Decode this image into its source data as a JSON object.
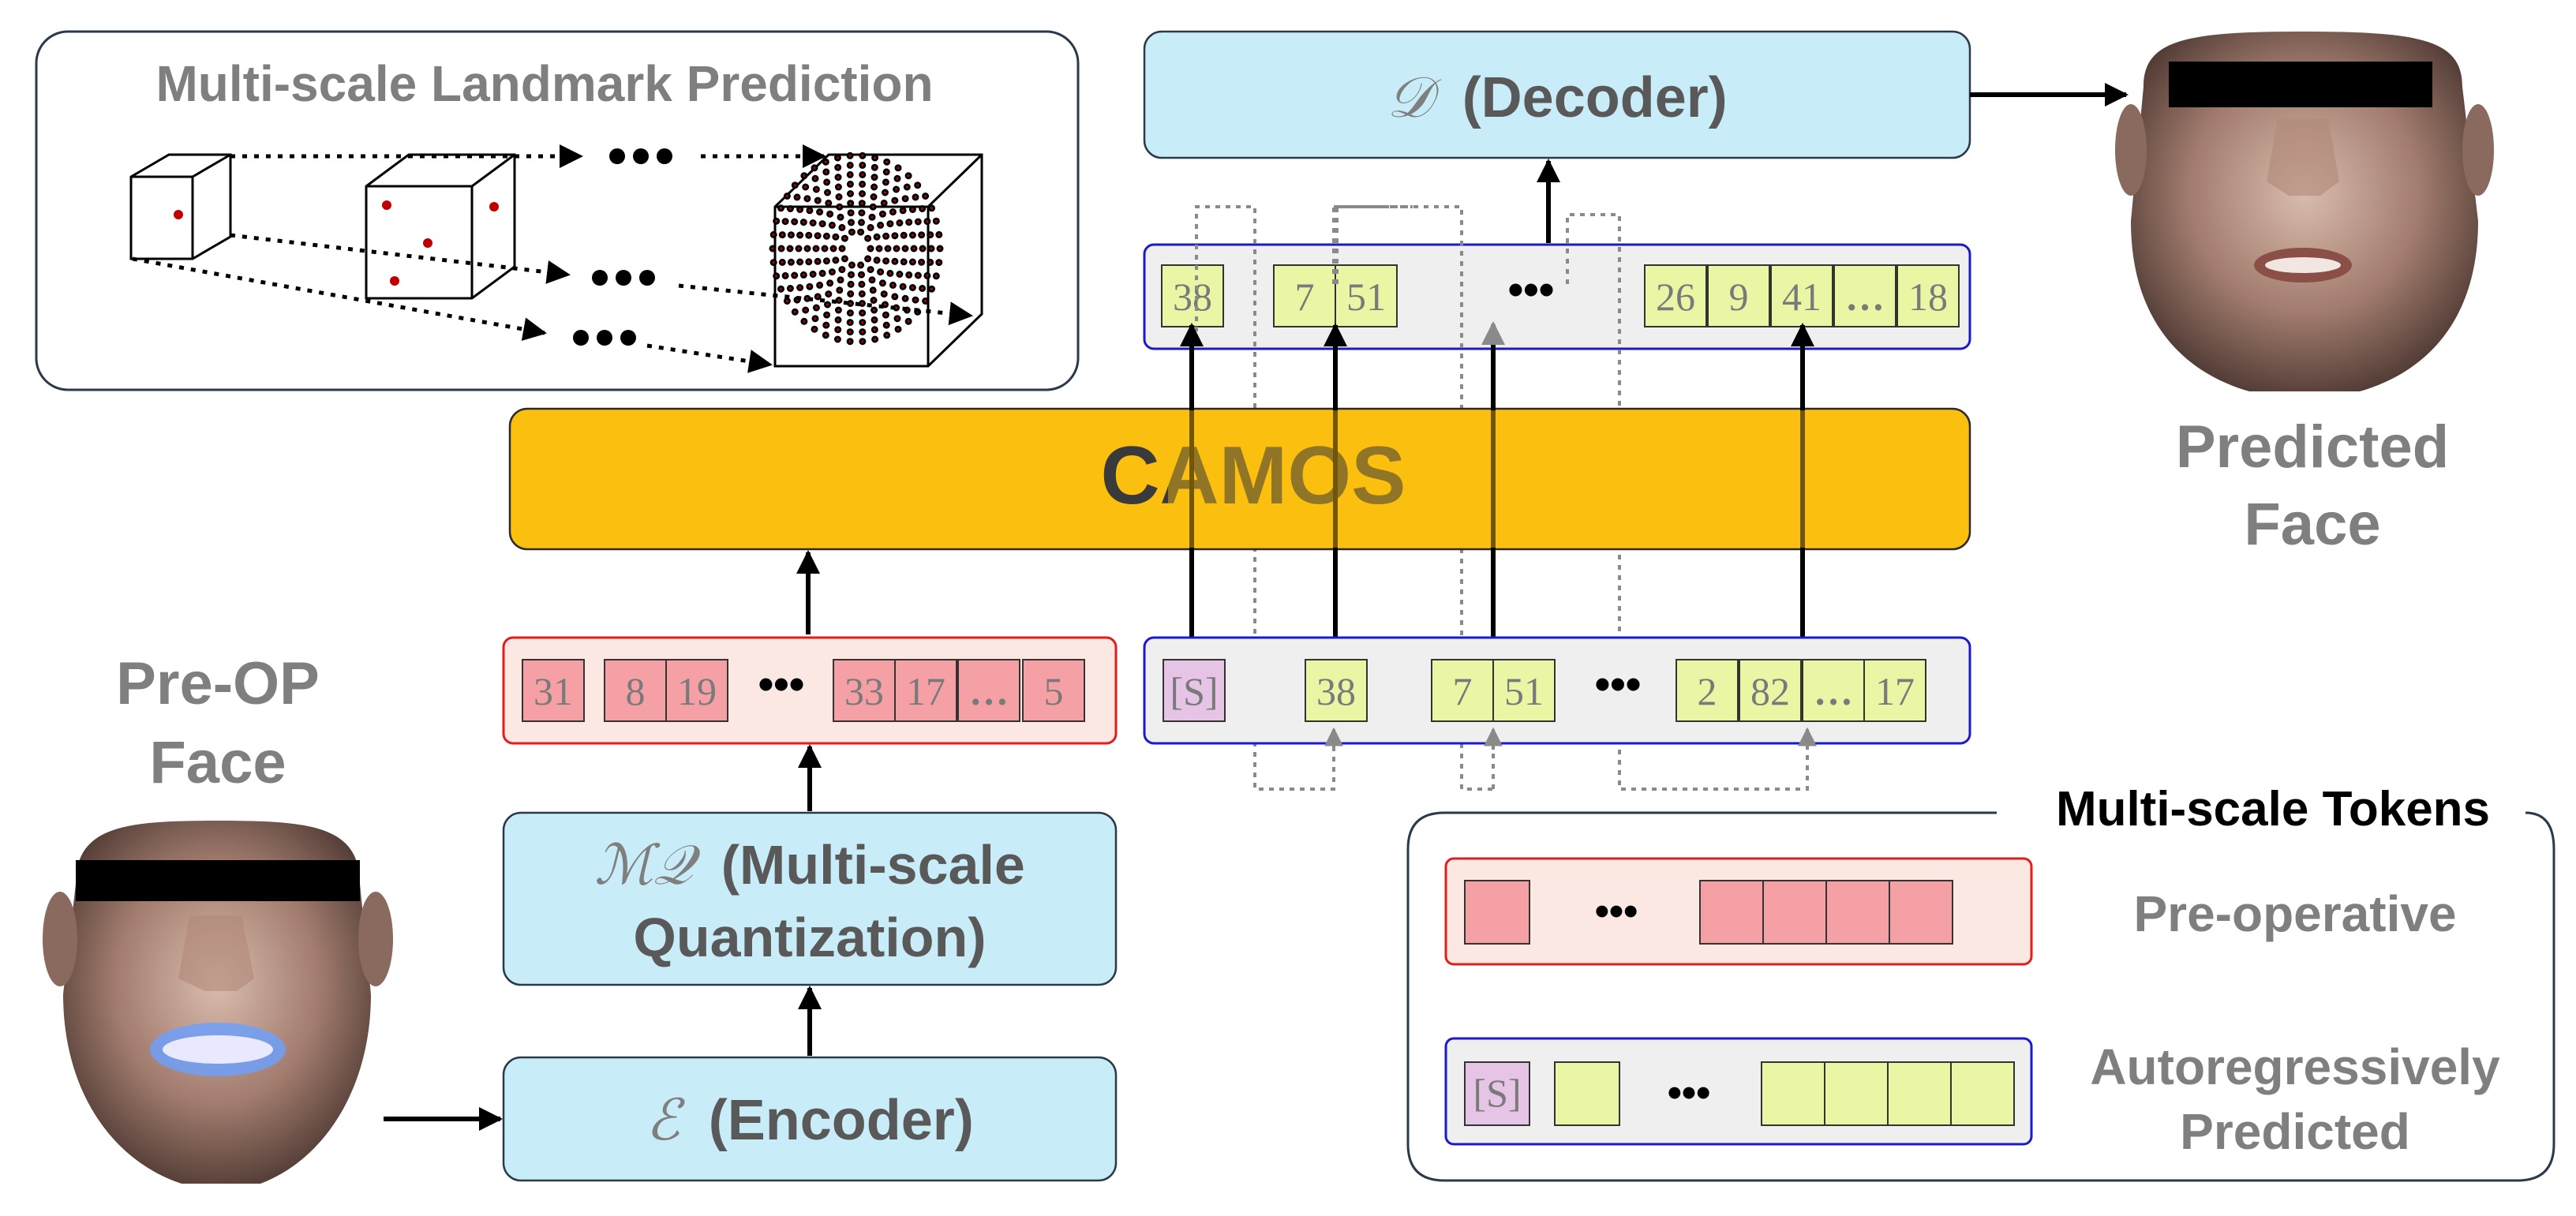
{
  "landmark_panel": {
    "title": "Multi-scale Landmark Prediction"
  },
  "decoder": {
    "symbol": "𝒟",
    "label": "(Decoder)"
  },
  "camos": {
    "label": "CAMOS"
  },
  "quantization": {
    "symbol": "ℳ𝒬",
    "label_line1": "(Multi-scale",
    "label_line2": "Quantization)"
  },
  "encoder": {
    "symbol": "ℰ",
    "label": "(Encoder)"
  },
  "pre_op_face": {
    "line1": "Pre-OP",
    "line2": "Face"
  },
  "predicted_face": {
    "line1": "Predicted",
    "line2": "Face"
  },
  "pre_op_tokens": [
    "31",
    "8",
    "19",
    "33",
    "17",
    "…",
    "5"
  ],
  "input_tokens": [
    "[S]",
    "38",
    "7",
    "51",
    "2",
    "82",
    "…",
    "17"
  ],
  "output_tokens": [
    "38",
    "7",
    "51",
    "26",
    "9",
    "41",
    "…",
    "18"
  ],
  "ellipsis": "•••",
  "legend": {
    "title": "Multi-scale Tokens",
    "pre_operative": "Pre-operative",
    "autoregressive_line1": "Autoregressively",
    "autoregressive_line2": "Predicted",
    "start_token": "[S]"
  },
  "colors": {
    "light_blue": "#c9ecf9",
    "camos_orange": "#fbbf10",
    "token_red": "#f5a0a4",
    "token_green": "#eaf6a4",
    "token_start": "#e6c4e6",
    "red_border": "#e01e1e",
    "blue_border": "#1a1acc",
    "landmark_red": "#c00000"
  }
}
